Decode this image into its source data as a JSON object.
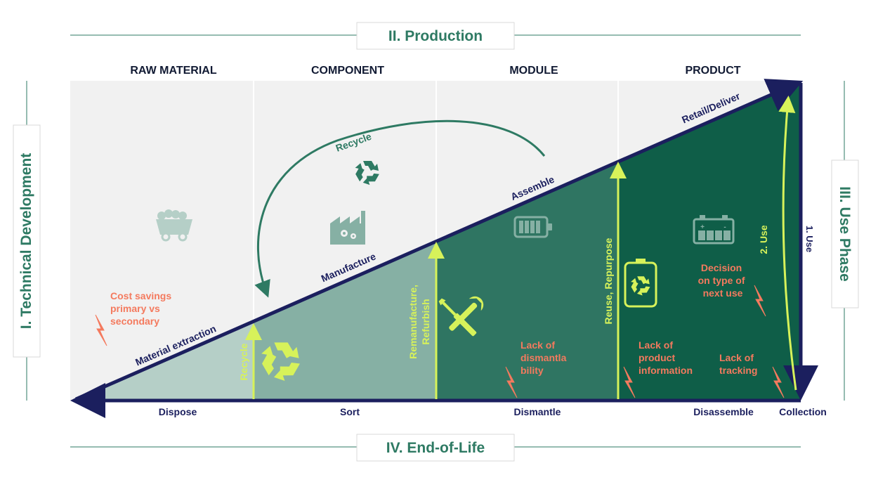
{
  "phases": {
    "technical": "I. Technical Development",
    "production": "II. Production",
    "use": "III. Use Phase",
    "end_of_life": "IV. End-of-Life"
  },
  "stages": [
    "RAW MATERIAL",
    "COMPONENT",
    "MODULE",
    "PRODUCT"
  ],
  "forward_flow": {
    "material_extraction": "Material extraction",
    "manufacture": "Manufacture",
    "assemble": "Assemble",
    "retail": "Retail/Deliver"
  },
  "reverse_flow": {
    "dispose": "Dispose",
    "sort": "Sort",
    "dismantle": "Dismantle",
    "disassemble": "Disassemble",
    "collection": "Collection"
  },
  "loops": {
    "recycle_top": "Recycle",
    "recycle_vertical": "Recycle",
    "remanufacture_l1": "Remanufacture,",
    "remanufacture_l2": "Refurbish",
    "reuse": "Reuse, Repurpose",
    "use1": "1. Use",
    "use2": "2. Use"
  },
  "challenges": {
    "cost": [
      "Cost savings",
      "primary vs",
      "secondary"
    ],
    "dismantle": [
      "Lack of",
      "dismantla",
      "bility"
    ],
    "product_info": [
      "Lack of",
      "product",
      "information"
    ],
    "tracking": [
      "Lack of",
      "tracking"
    ],
    "decision": [
      "Decision",
      "on type of",
      "next use"
    ]
  },
  "icons": [
    "mine-cart-icon",
    "factory-icon",
    "battery-cell-icon",
    "battery-pack-icon",
    "recycle-icon",
    "tools-icon",
    "battery-recycle-icon",
    "lightning-icon"
  ],
  "colors": {
    "phase_text": "#2e7a63",
    "navy": "#1b1f5e",
    "lime": "#d7f25a",
    "coral": "#f47a5e",
    "zone_raw": "#b5cfc7",
    "zone_component": "#86b0a4",
    "zone_module": "#2f7562",
    "zone_product": "#0f5e48",
    "background": "#f1f1f1"
  }
}
